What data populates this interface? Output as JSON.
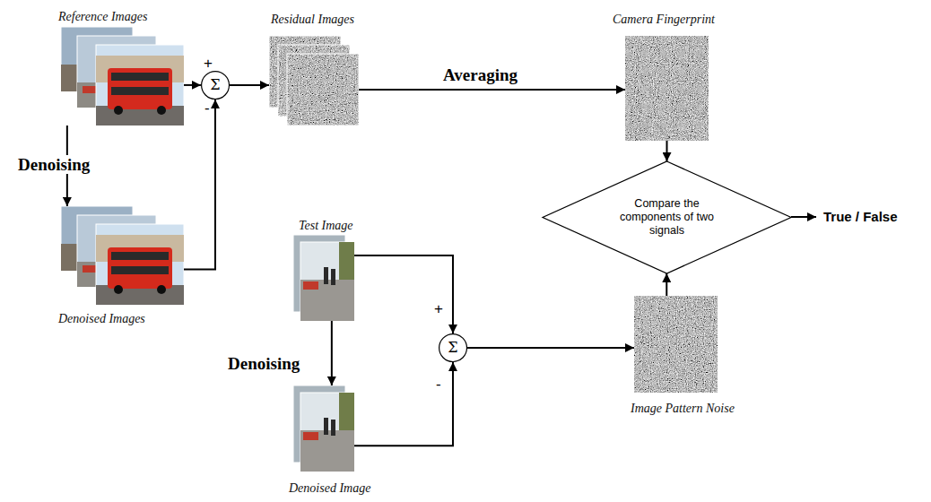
{
  "diagram": {
    "nodes": [
      {
        "text": [
          "Reference Images"
        ]
      },
      {
        "text": [
          "Σ"
        ]
      },
      {
        "text": [
          "Residual Images"
        ]
      },
      {
        "text": [
          "Camera Fingerprint"
        ]
      },
      {
        "text": [
          "Denoised Images"
        ]
      },
      {
        "text": [
          "Compare the components of two signals"
        ]
      },
      {
        "text": [
          "Test Image"
        ]
      },
      {
        "text": [
          "Σ"
        ]
      },
      {
        "text": [
          "Image Pattern Noise"
        ]
      },
      {
        "text": [
          "Denoised Image"
        ]
      }
    ],
    "edges": [
      {
        "from": 0,
        "to": 1,
        "arrow": "to",
        "label": "+"
      },
      {
        "from": 0,
        "to": 4,
        "arrow": "to",
        "label": "Denoising"
      },
      {
        "from": 4,
        "to": 1,
        "arrow": "to",
        "label": "-"
      },
      {
        "from": 1,
        "to": 2,
        "arrow": "to"
      },
      {
        "from": 2,
        "to": 3,
        "arrow": "to",
        "label": "Averaging"
      },
      {
        "from": 3,
        "to": 5,
        "arrow": "to"
      },
      {
        "from": 6,
        "to": 9,
        "arrow": "to",
        "label": "Denoising"
      },
      {
        "from": 6,
        "to": 7,
        "arrow": "to",
        "label": "+"
      },
      {
        "from": 9,
        "to": 7,
        "arrow": "to",
        "label": "-"
      },
      {
        "from": 7,
        "to": 8,
        "arrow": "to"
      },
      {
        "from": 8,
        "to": 5,
        "arrow": "to"
      }
    ],
    "labels": [
      "True / False"
    ]
  }
}
